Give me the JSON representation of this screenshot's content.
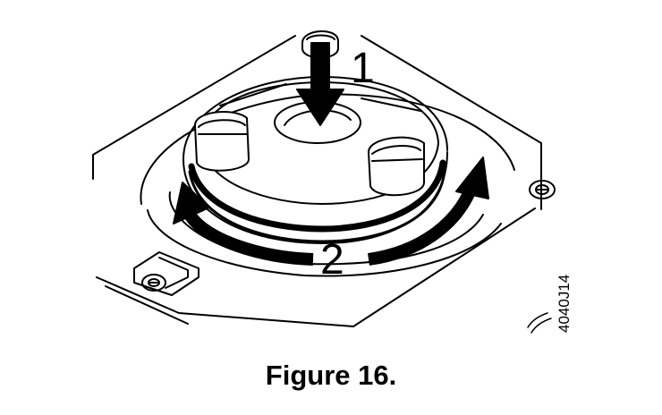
{
  "diagram": {
    "callouts": {
      "step1": "1",
      "step2": "2"
    },
    "figure_code": "4040J14",
    "caption": "Figure 16."
  },
  "colors": {
    "line": "#000000",
    "background": "#ffffff"
  }
}
